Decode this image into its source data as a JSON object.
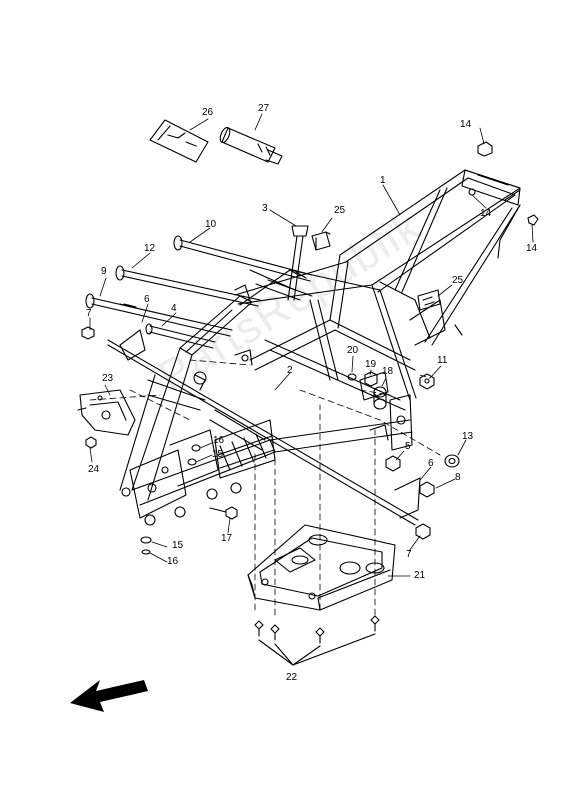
{
  "callouts": {
    "c1": "1",
    "c2": "2",
    "c3": "3",
    "c4": "4",
    "c5": "5",
    "c6a": "6",
    "c6b": "6",
    "c7a": "7",
    "c7b": "7",
    "c8": "8",
    "c9": "9",
    "c10": "10",
    "c11": "11",
    "c12": "12",
    "c13": "13",
    "c14a": "14",
    "c14b": "14",
    "c14c": "14",
    "c15a": "15",
    "c15b": "15",
    "c16a": "16",
    "c16b": "16",
    "c17": "17",
    "c18": "18",
    "c19": "19",
    "c20": "20",
    "c21": "21",
    "c22": "22",
    "c23": "23",
    "c24": "24",
    "c25a": "25",
    "c25b": "25",
    "c26": "26",
    "c27": "27"
  },
  "watermark": "PartsRepublik",
  "icons": {
    "direction": "front-direction-arrow-icon"
  },
  "colors": {
    "line": "#000000",
    "background": "#ffffff"
  }
}
